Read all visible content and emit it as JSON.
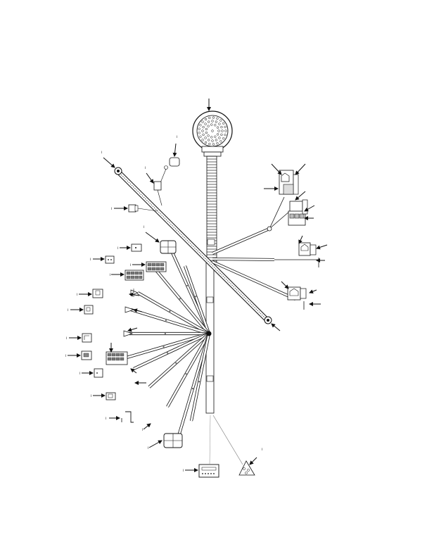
{
  "diagram": {
    "type": "wiring-harness-exploded-view",
    "callout_marks": [
      "i",
      "i",
      "i",
      "i",
      "i",
      "i",
      "i",
      "i",
      "i",
      "i",
      "i",
      "i",
      "i",
      "i",
      "i",
      "i",
      "i",
      "i",
      "i",
      "i"
    ],
    "line_color": "#111111",
    "fill_color": "#ffffff",
    "shade_color": "#bdbdbd"
  }
}
